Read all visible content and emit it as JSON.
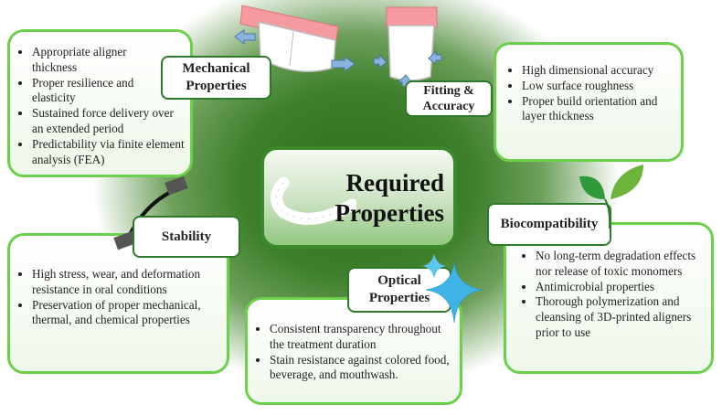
{
  "center": {
    "title_line1": "Required",
    "title_line2": "Properties"
  },
  "mechanical": {
    "label_line1": "Mechanical",
    "label_line2": "Properties",
    "items": [
      "Appropriate aligner thickness",
      "Proper resilience and elasticity",
      "Sustained force delivery over an extended period",
      "Predictability via finite element analysis (FEA)"
    ]
  },
  "fitting": {
    "label_line1": "Fitting &",
    "label_line2": "Accuracy",
    "items": [
      "High dimensional accuracy",
      "Low surface roughness",
      "Proper build orientation and layer thickness"
    ]
  },
  "stability": {
    "label": "Stability",
    "items": [
      "High stress, wear, and deformation resistance in oral conditions",
      "Preservation of proper mechanical, thermal, and chemical properties"
    ]
  },
  "optical": {
    "label_line1": "Optical",
    "label_line2": "Properties",
    "items": [
      "Consistent transparency throughout the treatment duration",
      "Stain resistance against colored food, beverage, and mouthwash."
    ]
  },
  "biocompatibility": {
    "label": "Biocompatibility",
    "items": [
      "No long-term degradation effects nor release of toxic monomers",
      "Antimicrobial properties",
      "Thorough polymerization and cleansing of 3D-printed aligners prior to use"
    ]
  }
}
